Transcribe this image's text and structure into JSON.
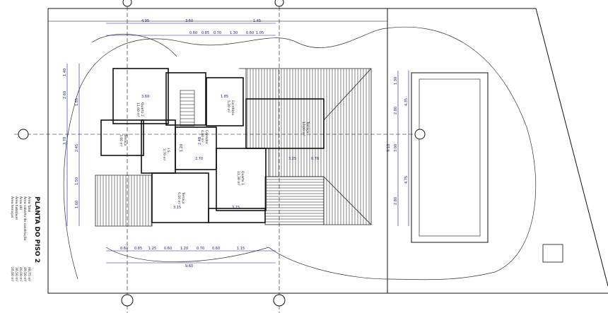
{
  "plan": {
    "title": "PLANTA DO PISO 2",
    "areas": [
      {
        "label": "Área Total",
        "value": "98,75 m²"
      },
      {
        "label": "Área coberta de construção",
        "value": "49,50 m²"
      },
      {
        "label": "Área útil",
        "value": "40,00 m²"
      },
      {
        "label": "Área habitável",
        "value": "36,50 m²"
      },
      {
        "label": "Área terraços",
        "value": "26,60 m²"
      }
    ],
    "rooms": [
      {
        "name": "Quarto 2",
        "area": "11,60 m²"
      },
      {
        "name": "Terraço",
        "area": "3,60 m²"
      },
      {
        "name": "Escritório",
        "area": "5,20 m²"
      },
      {
        "name": "Corredor",
        "area": "4,80 m²"
      },
      {
        "name": "I.S.",
        "area": "3,70 m²"
      },
      {
        "name": "Quarto 1",
        "area": "11,30 m²"
      },
      {
        "name": "Terraço",
        "area": "6,10 m²"
      },
      {
        "name": "Terraço",
        "area": "13,00 m²"
      }
    ],
    "dims_top_row1": [
      "4.95",
      "3.60",
      "1.45"
    ],
    "dims_top_row2": [
      "0.60",
      "0.85",
      "0.70",
      "1.30",
      "0.60",
      "1.05"
    ],
    "dims_bottom_row1": [
      "0.60",
      "0.85",
      "1.25",
      "0.60",
      "1.20",
      "0.70",
      "0.60",
      "1.15"
    ],
    "dims_bottom_row2": [
      "9.60"
    ],
    "dims_left": [
      "1.40",
      "2.60",
      "1.85",
      "3.70",
      "2.45",
      "1.50",
      "1.60"
    ],
    "dims_right": [
      "1.30",
      "2.80",
      "4.35",
      "3.00",
      "2.80",
      "4.75",
      "9.10"
    ],
    "dims_inner": [
      "3.60",
      "1.85",
      "3.25",
      "0.78",
      "2.70",
      "3.15",
      "3.15",
      "2.48",
      "1.20"
    ],
    "colors": {
      "line": "#111111",
      "dim": "#1a1a9a",
      "hatch": "#333333"
    }
  }
}
